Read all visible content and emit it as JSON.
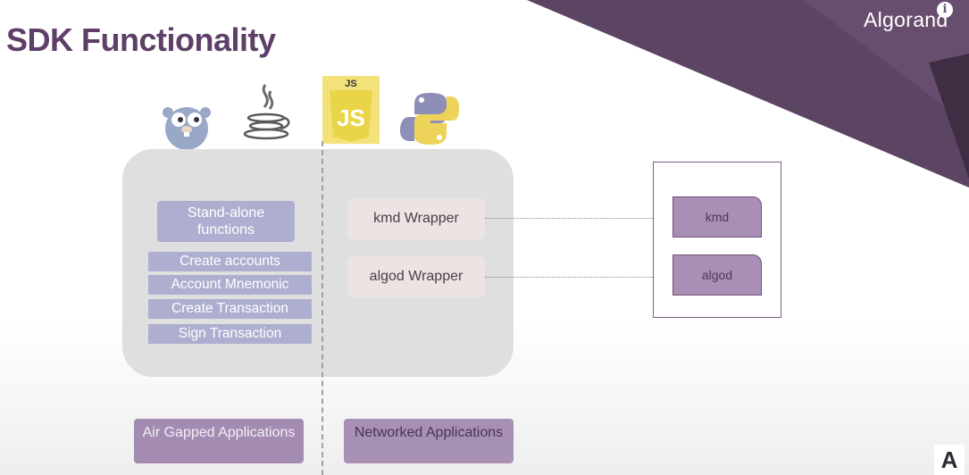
{
  "slide": {
    "title": "SDK Functionality",
    "brand": "Algorand",
    "info_glyph": "i",
    "corner_glyph": "A"
  },
  "languages": {
    "items": [
      "go-gopher-icon",
      "java-icon",
      "javascript-icon",
      "python-icon"
    ],
    "js_label": "JS"
  },
  "left": {
    "standalone_label": "Stand-alone functions",
    "functions": [
      "Create accounts",
      "Account Mnemonic",
      "Create Transaction",
      "Sign Transaction"
    ]
  },
  "right": {
    "kmd_wrapper": "kmd Wrapper",
    "algod_wrapper": "algod Wrapper"
  },
  "server": {
    "kmd": "kmd",
    "algod": "algod"
  },
  "bottom": {
    "air_gapped": "Air Gapped Applications",
    "networked": "Networked Applications"
  },
  "colors": {
    "title": "#5e3f67",
    "banner": "#5c4463",
    "function_box": "#aeaed0",
    "node": "#a98fb6"
  }
}
